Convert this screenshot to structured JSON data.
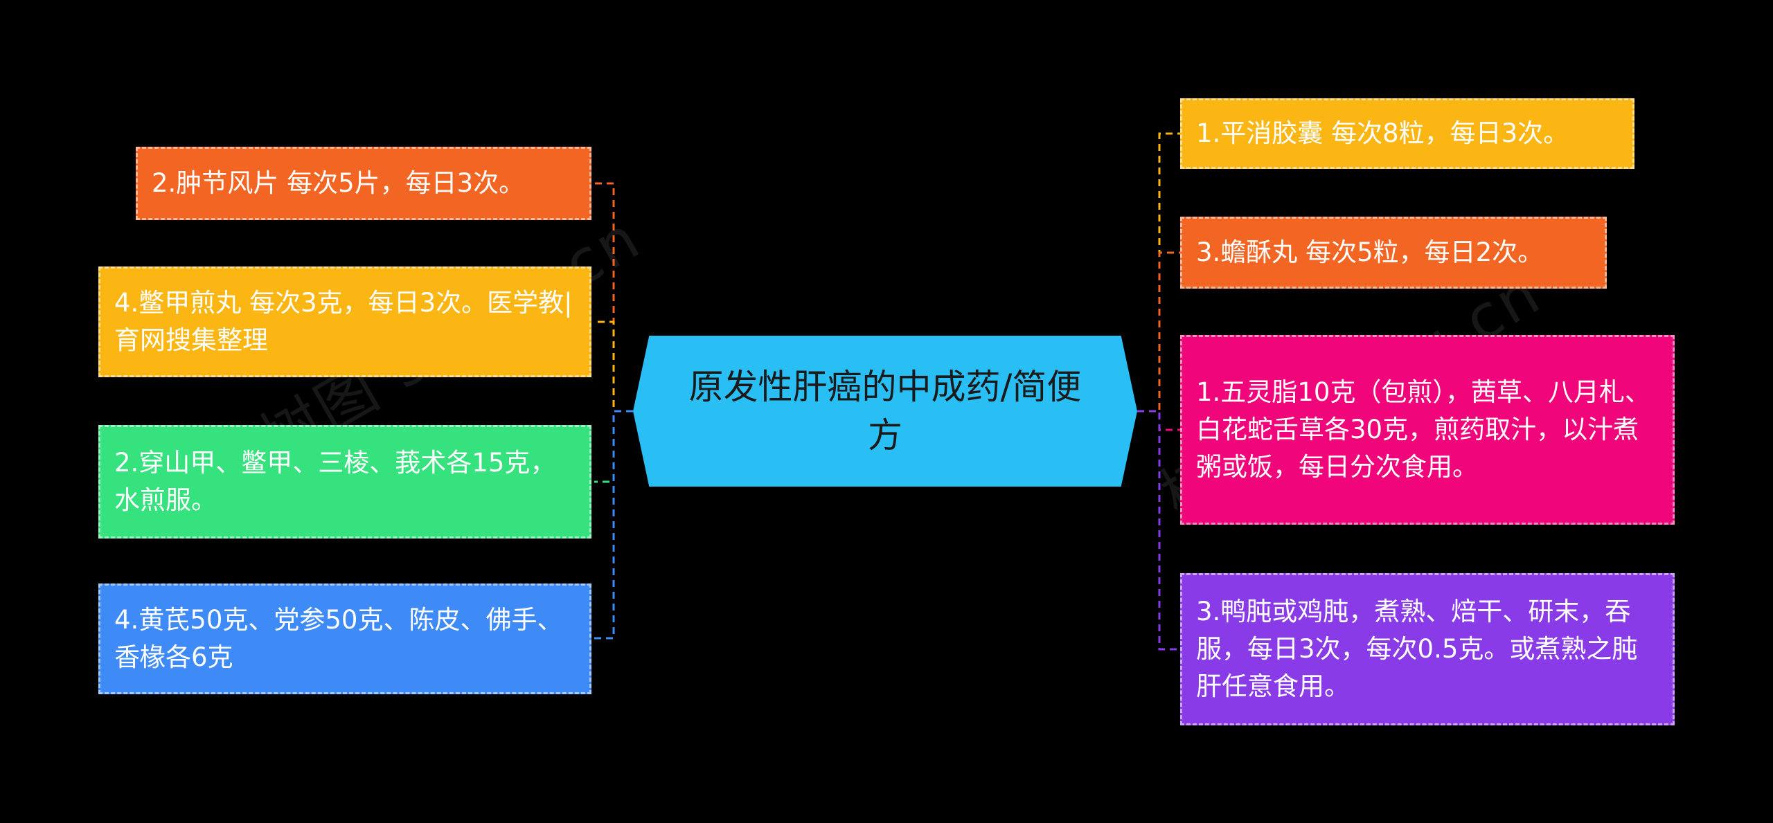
{
  "center": {
    "label": "原发性肝癌的中成药/简便方",
    "color": "#29bff4"
  },
  "left_nodes": [
    {
      "label": "2.肿节风片 每次5片，每日3次。",
      "color": "#f26522"
    },
    {
      "label": "4.鳖甲煎丸 每次3克，每日3次。医学教|育网搜集整理",
      "color": "#fbb614"
    },
    {
      "label": "2.穿山甲、鳖甲、三棱、莪术各15克，水煎服。",
      "color": "#35e27e"
    },
    {
      "label": "4.黄芪50克、党参50克、陈皮、佛手、香椽各6克",
      "color": "#3e8bf7"
    }
  ],
  "right_nodes": [
    {
      "label": "1.平消胶囊 每次8粒，每日3次。",
      "color": "#fbb614"
    },
    {
      "label": "3.蟾酥丸 每次5粒，每日2次。",
      "color": "#f26522"
    },
    {
      "label": "1.五灵脂10克（包煎），茜草、八月札、白花蛇舌草各30克，煎药取汁，以汁煮粥或饭，每日分次食用。",
      "color": "#f0067a"
    },
    {
      "label": "3.鸭肫或鸡肫，煮熟、焙干、研末，吞服，每日3次，每次0.5克。或煮熟之肫肝任意食用。",
      "color": "#8a3be8"
    }
  ],
  "watermark": {
    "left": "树图 shutu.cn",
    "right": "树图 shutu.cn"
  }
}
